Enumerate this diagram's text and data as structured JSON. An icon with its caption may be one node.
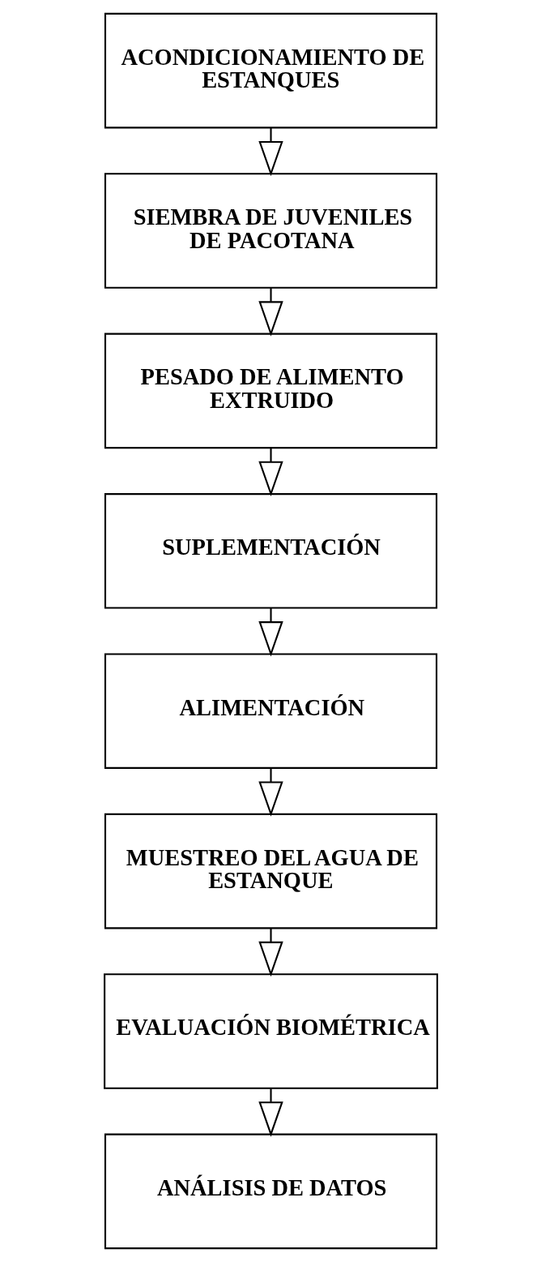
{
  "diagram": {
    "nodes": [
      {
        "text": [
          "ACONDICIONAMIENTO DE ESTANQUES"
        ]
      },
      {
        "text": [
          "SIEMBRA DE JUVENILES DE PACOTANA"
        ]
      },
      {
        "text": [
          "PESADO DE ALIMENTO EXTRUIDO"
        ]
      },
      {
        "text": [
          "SUPLEMENTACIÓN"
        ]
      },
      {
        "text": [
          "ALIMENTACIÓN"
        ]
      },
      {
        "text": [
          "MUESTREO DEL AGUA DE ESTANQUE"
        ]
      },
      {
        "text": [
          "EVALUACIÓN BIOMÉTRICA"
        ]
      },
      {
        "text": [
          "ANÁLISIS DE DATOS"
        ]
      }
    ],
    "edges": [
      {
        "from": 0,
        "to": 1,
        "arrow": "to"
      },
      {
        "from": 1,
        "to": 2,
        "arrow": "to"
      },
      {
        "from": 2,
        "to": 3,
        "arrow": "to"
      },
      {
        "from": 3,
        "to": 4,
        "arrow": "to"
      },
      {
        "from": 4,
        "to": 5,
        "arrow": "to"
      },
      {
        "from": 5,
        "to": 6,
        "arrow": "to"
      },
      {
        "from": 6,
        "to": 7,
        "arrow": "to"
      }
    ]
  }
}
